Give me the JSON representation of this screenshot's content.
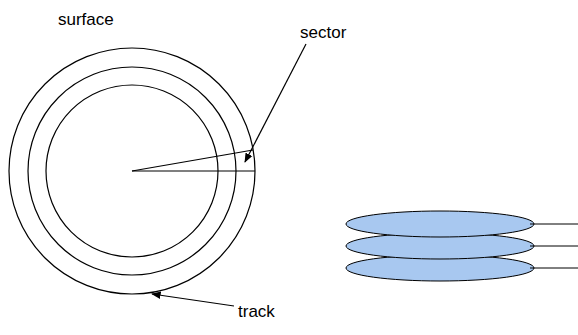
{
  "diagram": {
    "labels": [
      "surface",
      "sector",
      "track"
    ]
  }
}
